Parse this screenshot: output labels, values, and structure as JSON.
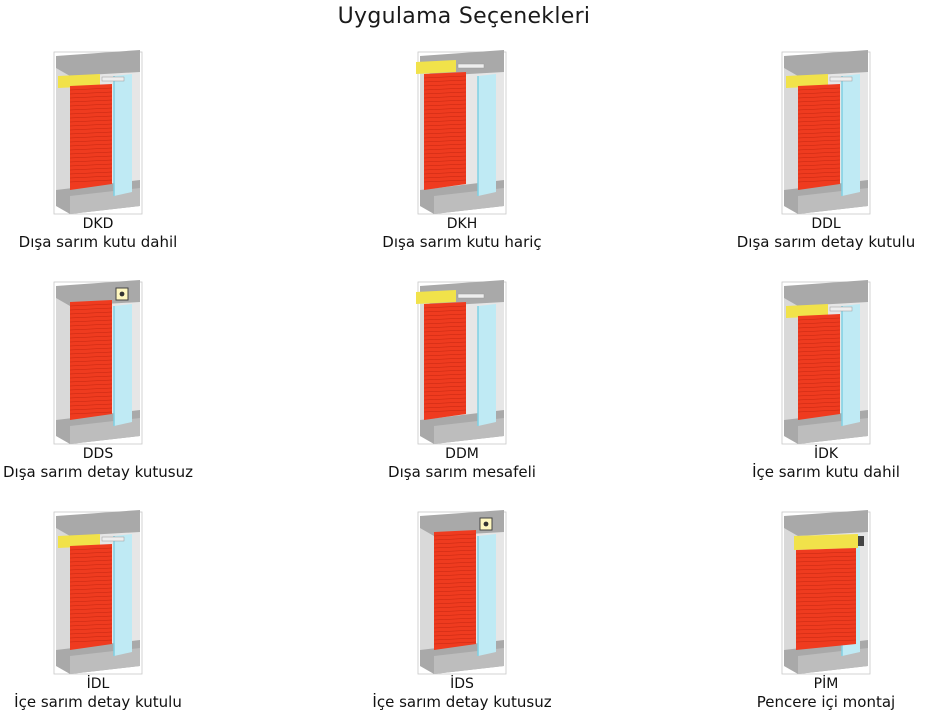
{
  "title": "Uygulama Seçenekleri",
  "colors": {
    "wall": "#d9d9d9",
    "wall_dark": "#a9a9a9",
    "shutter": "#ef3b1f",
    "box": "#f1e24a",
    "glass": "#bfeaf4"
  },
  "options": [
    {
      "code": "DKD",
      "label": "Dışa sarım kutu dahil",
      "variant": "box-wall"
    },
    {
      "code": "DKH",
      "label": "Dışa sarım kutu hariç",
      "variant": "box-out"
    },
    {
      "code": "DDL",
      "label": "Dışa sarım detay kutulu",
      "variant": "box-wall"
    },
    {
      "code": "DDS",
      "label": "Dışa sarım detay kutusuz",
      "variant": "no-box"
    },
    {
      "code": "DDM",
      "label": "Dışa sarım mesafeli",
      "variant": "box-out"
    },
    {
      "code": "İDK",
      "label": "İçe sarım kutu dahil",
      "variant": "box-wall"
    },
    {
      "code": "İDL",
      "label": "İçe sarım detay kutulu",
      "variant": "box-wall"
    },
    {
      "code": "İDS",
      "label": "İçe sarım detay kutusuz",
      "variant": "no-box"
    },
    {
      "code": "PİM",
      "label": "Pencere içi montaj",
      "variant": "in-window"
    }
  ]
}
